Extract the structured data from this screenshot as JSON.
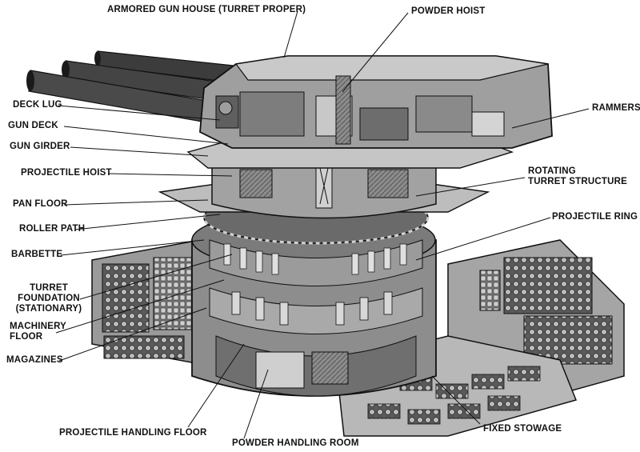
{
  "diagram": {
    "labels": {
      "armored_gun_house": "ARMORED GUN HOUSE (TURRET PROPER)",
      "powder_hoist": "POWDER HOIST",
      "deck_lug": "DECK LUG",
      "gun_deck": "GUN DECK",
      "gun_girder": "GUN GIRDER",
      "projectile_hoist": "PROJECTILE HOIST",
      "pan_floor": "PAN FLOOR",
      "roller_path": "ROLLER PATH",
      "barbette": "BARBETTE",
      "turret_foundation_1": "TURRET",
      "turret_foundation_2": "FOUNDATION",
      "turret_foundation_3": "(STATIONARY)",
      "machinery_floor_1": "MACHINERY",
      "machinery_floor_2": "FLOOR",
      "magazines": "MAGAZINES",
      "rammers": "RAMMERS",
      "rotating_turret_1": "ROTATING",
      "rotating_turret_2": "TURRET STRUCTURE",
      "projectile_ring": "PROJECTILE RING",
      "fixed_stowage": "FIXED STOWAGE",
      "projectile_handling_floor": "PROJECTILE HANDLING FLOOR",
      "powder_handling_room": "POWDER HANDLING ROOM"
    }
  }
}
